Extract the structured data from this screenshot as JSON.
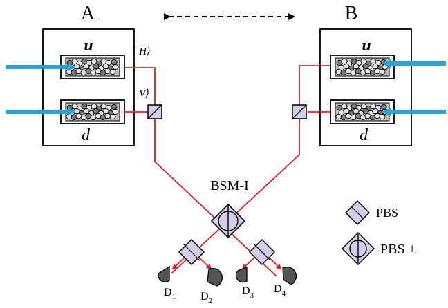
{
  "nodes": {
    "node_a": {
      "label": "A"
    },
    "node_b": {
      "label": "B"
    },
    "mode_up_a": {
      "label": "u"
    },
    "mode_down_a": {
      "label": "d"
    },
    "mode_up_b": {
      "label": "u"
    },
    "mode_down_b": {
      "label": "d"
    },
    "ket_h": {
      "label": "|H⟩"
    },
    "ket_v": {
      "label": "|V⟩"
    },
    "bsm": {
      "label": "BSM-I"
    }
  },
  "detectors": [
    {
      "label": "D",
      "sub": "1"
    },
    {
      "label": "D",
      "sub": "2"
    },
    {
      "label": "D",
      "sub": "3"
    },
    {
      "label": "D",
      "sub": "4"
    }
  ],
  "legend": {
    "pbs_label": "PBS",
    "pbs_pm_label": "PBS ±"
  },
  "colors": {
    "beam_in": "#2aa3d8",
    "beam_path": "#e0202a",
    "splitter_fill": "#d4cde6",
    "detector_fill": "#555555",
    "atom_fill": "#9a9a9a"
  },
  "icons": {
    "entanglement_link": "dashed-double-arrow-icon",
    "pbs": "diamond-splitter-icon",
    "pbs_pm": "diamond-circle-splitter-icon",
    "detector": "half-disc-detector-icon"
  }
}
